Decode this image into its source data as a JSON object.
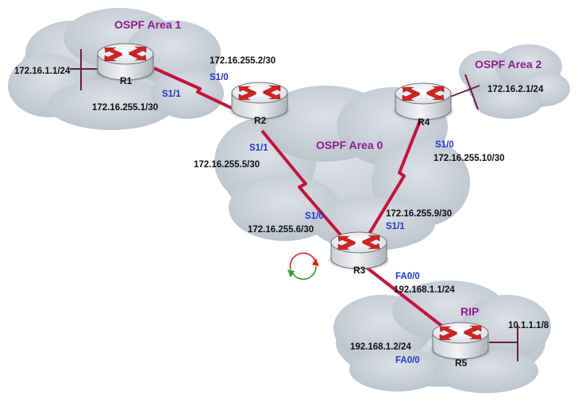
{
  "areas": {
    "area1": "OSPF Area 1",
    "area2": "OSPF Area 2",
    "area0": "OSPF Area 0",
    "rip": "RIP"
  },
  "routers": {
    "r1": "R1",
    "r2": "R2",
    "r3": "R3",
    "r4": "R4",
    "r5": "R5"
  },
  "labels": {
    "r1_lan": "172.16.1.1/24",
    "r1_s11_intf": "S1/1",
    "r1_s11_ip": "172.16.255.1/30",
    "r2_s10_ip": "172.16.255.2/30",
    "r2_s10_intf": "S1/0",
    "r2_s11_intf": "S1/1",
    "r2_s11_ip": "172.16.255.5/30",
    "r3_s10_intf": "S1/0",
    "r3_s10_ip": "172.16.255.6/30",
    "r3_s11_ip": "172.16.255.9/30",
    "r3_s11_intf": "S1/1",
    "r3_fa00_intf": "FA0/0",
    "r3_fa00_ip": "192.168.1.1/24",
    "r4_lan": "172.16.2.1/24",
    "r4_s10_intf": "S1/0",
    "r4_s10_ip": "172.16.255.10/30",
    "r5_fa00_ip": "192.168.1.2/24",
    "r5_fa00_intf": "FA0/0",
    "r5_lan": "10.1.1.1/8"
  },
  "colors": {
    "cloud": "#c5ccd6",
    "serial_link": "#c0143c",
    "router_body": "#e4e7ea",
    "arrow": "#d42323",
    "area_label": "#8e1a8e",
    "interface_label": "#1f37c8"
  },
  "icons": {
    "router": "router-icon",
    "redistribution": "redistribution-icon"
  }
}
